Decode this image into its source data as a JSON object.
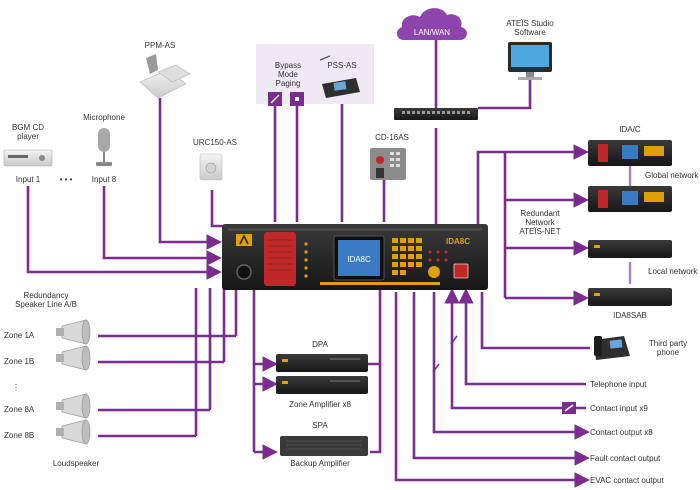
{
  "colors": {
    "wire": "#7a2d8e",
    "cloud": "#8e44ad",
    "paging_box": "#efe9f4",
    "device": "#222222",
    "accent_red": "#c0282a",
    "accent_orange": "#e0a000"
  },
  "labels": {
    "lan_wan": "LAN/WAN",
    "studio": [
      "ATEÏS Studio",
      "Software"
    ],
    "ppm": "PPM-AS",
    "bypass": [
      "Bypass",
      "Mode",
      "Paging"
    ],
    "pss": "PSS-AS",
    "bgm": [
      "BGM CD",
      "player"
    ],
    "mic": "Microphone",
    "input1": "Input 1",
    "dots": "• • •",
    "input8": "Input 8",
    "urc": "URC150-AS",
    "cd16": "CD-16AS",
    "idac": "IDA/C",
    "global_net": "Global network",
    "redundant": [
      "Redundant",
      "Network",
      "ATEÏS-NET"
    ],
    "local_net": "Local network",
    "idasab": "IDA8SAB",
    "redundancy": [
      "Redundancy",
      "Speaker Line A/B"
    ],
    "zone1a": "Zone 1A",
    "zone1b": "Zone 1B",
    "vdots": "⋮",
    "zone8a": "Zone 8A",
    "zone8b": "Zone 8B",
    "loudspeaker": "Loudspeaker",
    "dpa": "DPA",
    "zone_amp": "Zone Amplifier x8",
    "spa": "SPA",
    "backup_amp": "Backup Amplifier",
    "third_party": [
      "Third party",
      "phone"
    ],
    "tel_input": "Telephone input",
    "contact_in": "Contact input x9",
    "contact_out": "Contact output x8",
    "fault_out": "Fault contact output",
    "evac_out": "EVAC contact output",
    "main_logo": "IDA8C",
    "screen_logo": "IDA8C"
  }
}
